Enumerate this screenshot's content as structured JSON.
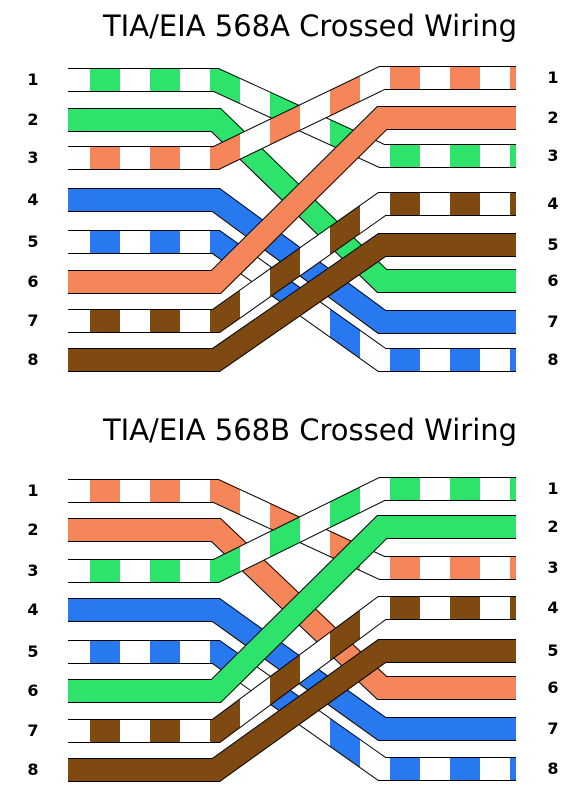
{
  "colors": {
    "green": "#2ee36c",
    "orange": "#f4865a",
    "blue": "#2878f0",
    "brown": "#7e4a12",
    "white": "#ffffff",
    "outline": "#000000"
  },
  "diagrams": [
    {
      "title": "TIA/EIA 568A Crossed Wiring",
      "left_pins": [
        "1",
        "2",
        "3",
        "4",
        "5",
        "6",
        "7",
        "8"
      ],
      "right_pins": [
        "1",
        "2",
        "3",
        "4",
        "5",
        "6",
        "7",
        "8"
      ],
      "wires": [
        {
          "left_pin": 1,
          "right_pin": 3,
          "color": "green",
          "striped": true
        },
        {
          "left_pin": 2,
          "right_pin": 6,
          "color": "green",
          "striped": false
        },
        {
          "left_pin": 3,
          "right_pin": 1,
          "color": "orange",
          "striped": true
        },
        {
          "left_pin": 4,
          "right_pin": 7,
          "color": "blue",
          "striped": false
        },
        {
          "left_pin": 5,
          "right_pin": 8,
          "color": "blue",
          "striped": true
        },
        {
          "left_pin": 6,
          "right_pin": 2,
          "color": "orange",
          "striped": false
        },
        {
          "left_pin": 7,
          "right_pin": 4,
          "color": "brown",
          "striped": true
        },
        {
          "left_pin": 8,
          "right_pin": 5,
          "color": "brown",
          "striped": false
        }
      ]
    },
    {
      "title": "TIA/EIA 568B Crossed Wiring",
      "left_pins": [
        "1",
        "2",
        "3",
        "4",
        "5",
        "6",
        "7",
        "8"
      ],
      "right_pins": [
        "1",
        "2",
        "3",
        "4",
        "5",
        "6",
        "7",
        "8"
      ],
      "wires": [
        {
          "left_pin": 1,
          "right_pin": 3,
          "color": "orange",
          "striped": true
        },
        {
          "left_pin": 2,
          "right_pin": 6,
          "color": "orange",
          "striped": false
        },
        {
          "left_pin": 3,
          "right_pin": 1,
          "color": "green",
          "striped": true
        },
        {
          "left_pin": 4,
          "right_pin": 7,
          "color": "blue",
          "striped": false
        },
        {
          "left_pin": 5,
          "right_pin": 8,
          "color": "blue",
          "striped": true
        },
        {
          "left_pin": 6,
          "right_pin": 2,
          "color": "green",
          "striped": false
        },
        {
          "left_pin": 7,
          "right_pin": 4,
          "color": "brown",
          "striped": true
        },
        {
          "left_pin": 8,
          "right_pin": 5,
          "color": "brown",
          "striped": false
        }
      ]
    }
  ]
}
